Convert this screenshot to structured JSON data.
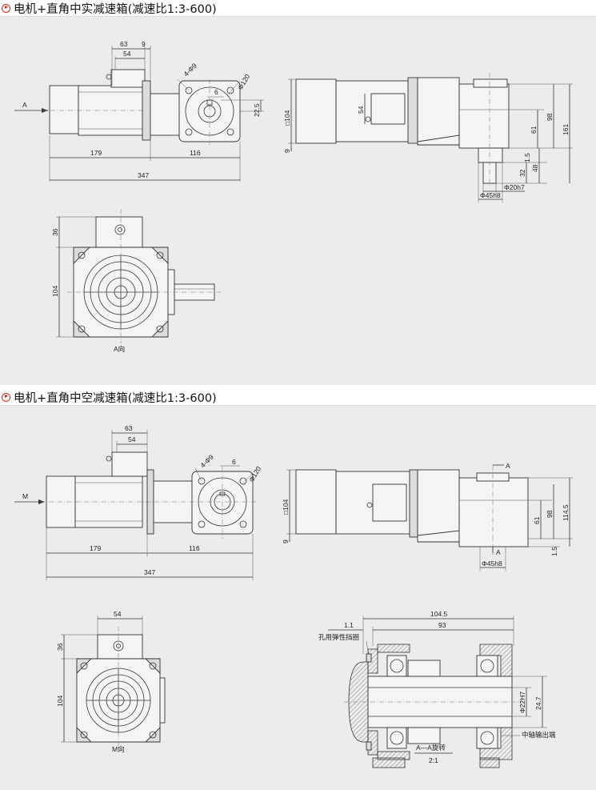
{
  "sections": [
    {
      "title": "电机+直角中实减速箱(减速比1:3-600)",
      "dims_side": {
        "d63": "63",
        "d54": "54",
        "d9": "9",
        "d4phi9": "4-Φ9",
        "d6": "6",
        "phi120": "Φ120",
        "d22_5": "22.5",
        "arrow": "A",
        "d179": "179",
        "d116": "116",
        "d347": "347"
      },
      "dims_end": {
        "sq104": "□104",
        "d54": "54",
        "d9": "9",
        "d61": "61",
        "d98": "98",
        "d161": "161",
        "d1_5": "1.5",
        "d32": "32",
        "d48": "48",
        "phi20": "Φ20h7",
        "phi45": "Φ45h8"
      },
      "view_a": {
        "d36": "36",
        "d104": "104",
        "label": "A向"
      }
    },
    {
      "title": "电机+直角中空减速箱(减速比1:3-600)",
      "dims_side": {
        "d63": "63",
        "d54": "54",
        "d4phi9": "4-Φ9",
        "d6": "6",
        "phi120": "Φ120",
        "arrow": "M",
        "d179": "179",
        "d116": "116",
        "d347": "347"
      },
      "dims_end": {
        "sq104": "□104",
        "d9": "9",
        "mark_a_top": "A",
        "mark_a_bot": "A",
        "d61": "61",
        "d98": "98",
        "d114_5": "114.5",
        "d1_5": "1.5",
        "phi45": "Φ45h8"
      },
      "view_m": {
        "d54": "54",
        "d36": "36",
        "d104": "104",
        "label": "M向"
      },
      "section": {
        "d104_5": "104.5",
        "d93": "93",
        "d1_1": "1.1",
        "circlip": "孔用弹性挡圈",
        "phi22": "Φ22H7",
        "d24_7": "24.7",
        "shaft_out": "中轴输出端",
        "rot": "A—A旋转",
        "scale": "2:1"
      }
    }
  ]
}
